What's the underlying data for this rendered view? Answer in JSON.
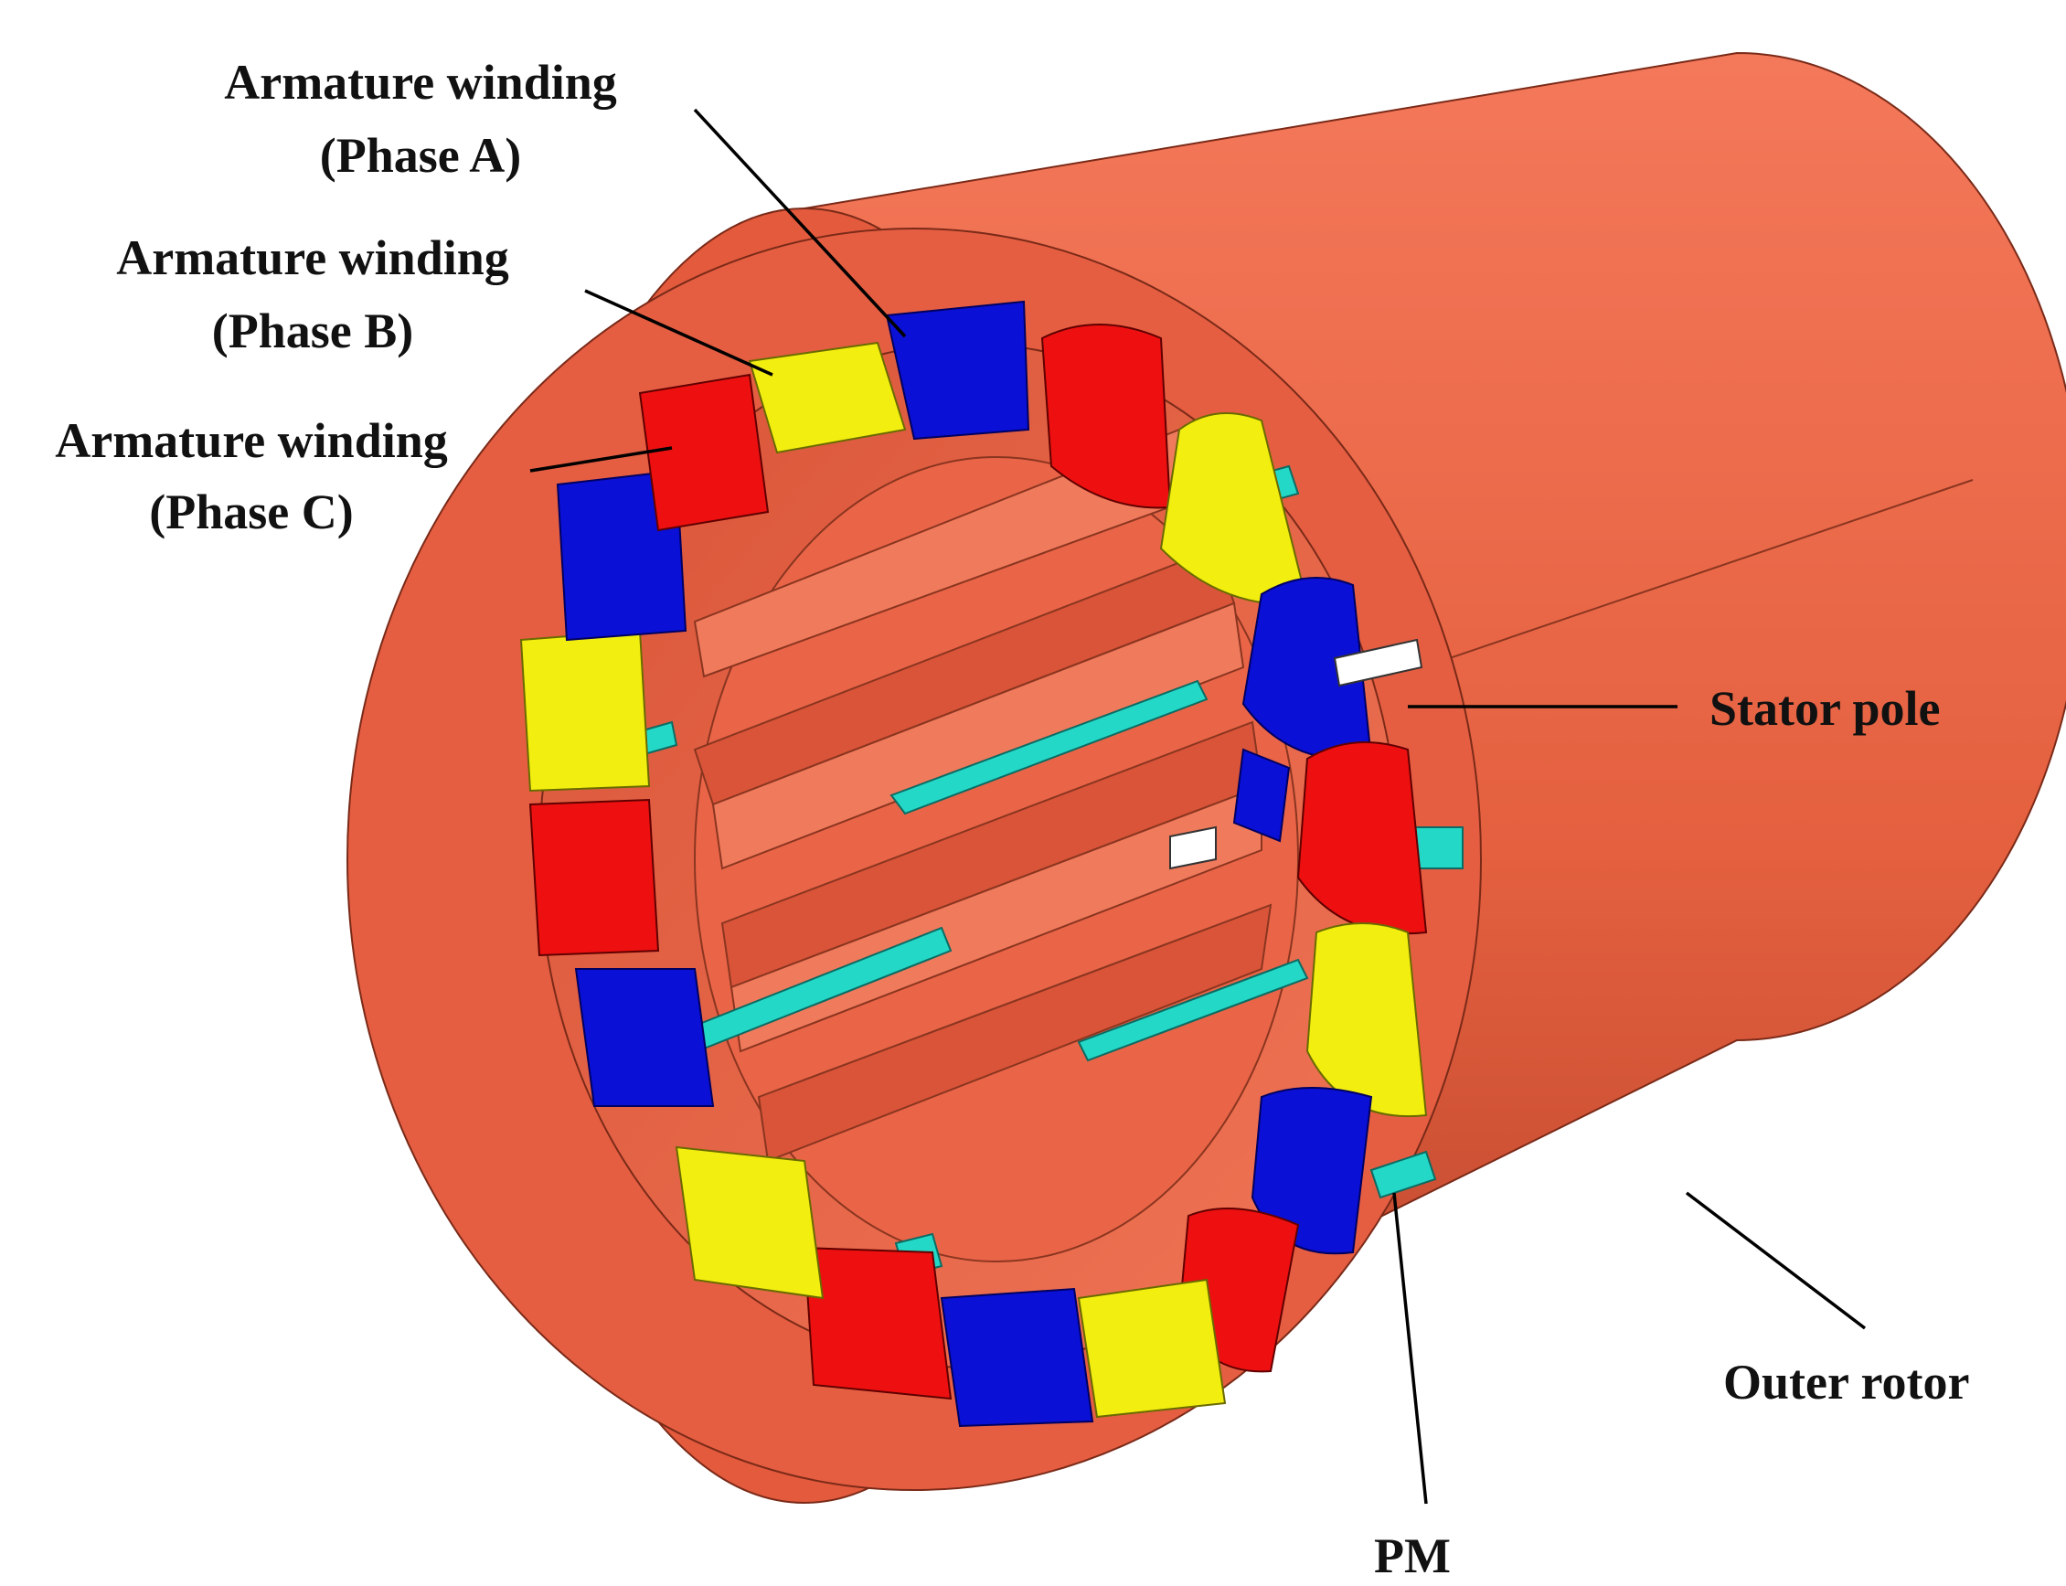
{
  "labels": {
    "winding_a_line1": "Armature winding",
    "winding_a_line2": "(Phase A)",
    "winding_b_line1": "Armature winding",
    "winding_b_line2": "(Phase B)",
    "winding_c_line1": "Armature winding",
    "winding_c_line2": "(Phase C)",
    "stator_pole": "Stator pole",
    "outer_rotor": "Outer rotor",
    "pm": "PM"
  },
  "colors": {
    "rotor_body": "#ec6a4c",
    "rotor_shadow": "#c9492f",
    "stator_face": "#e55e42",
    "phase_a": "#0a10d6",
    "phase_b": "#f2ee10",
    "phase_c": "#ee1010",
    "pm": "#24d8c8"
  }
}
